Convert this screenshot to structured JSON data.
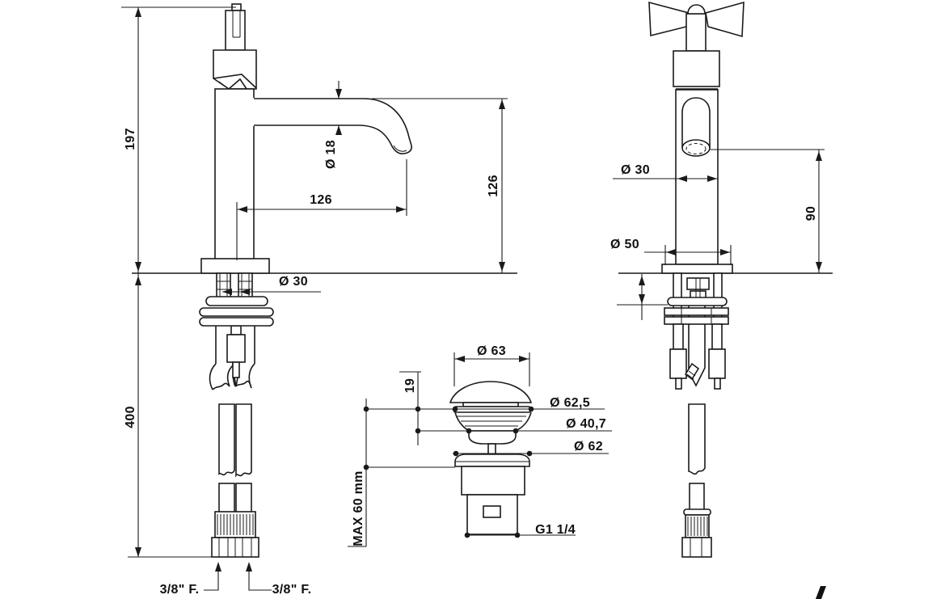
{
  "views": {
    "side": {
      "dims": {
        "height_above_deck": "197",
        "below_deck_length": "400",
        "spout_diameter": "Ø 18",
        "spout_reach": "126",
        "spout_height": "126",
        "shank_diameter": "Ø 30",
        "connection_left": "3/8\" F.",
        "connection_right": "3/8\" F."
      }
    },
    "front": {
      "dims": {
        "body_diameter": "Ø 30",
        "outlet_height": "90",
        "base_diameter": "Ø 50"
      }
    },
    "drain": {
      "dims": {
        "cap_diameter": "Ø 63",
        "cap_height": "19",
        "flange_diameter": "Ø 62,5",
        "neck_diameter": "Ø 40,7",
        "lower_flange_diameter": "Ø 62",
        "max_deck_thickness": "MAX 60 mm",
        "thread": "G1 1/4"
      }
    }
  },
  "colors": {
    "line": "#1a1a1a",
    "background": "#ffffff"
  }
}
